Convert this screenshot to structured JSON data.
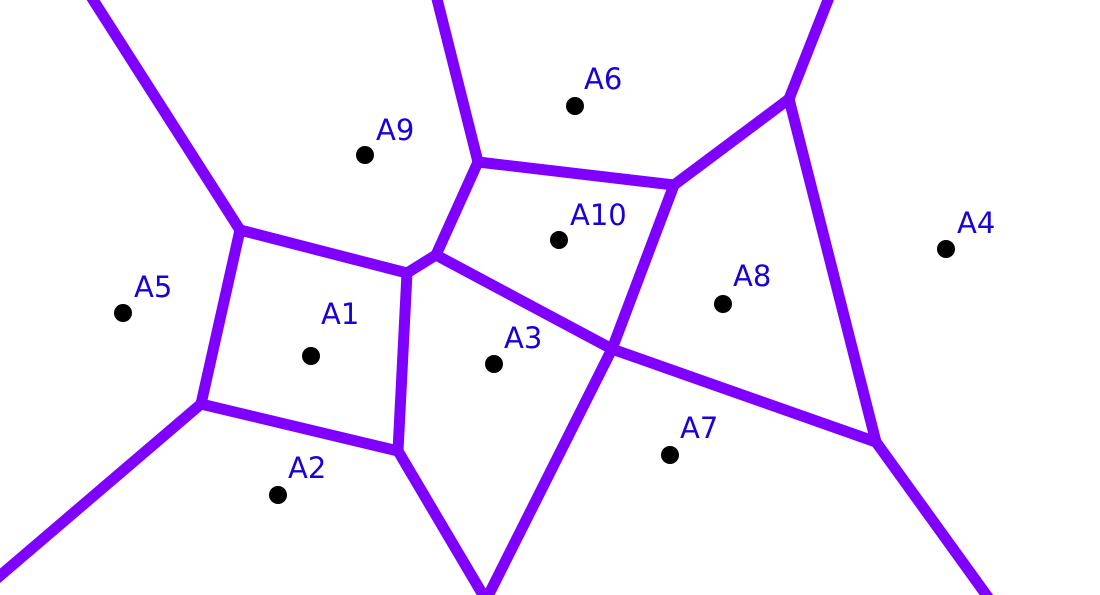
{
  "colors": {
    "edge": "#7f00ff",
    "site_dot": "#000000",
    "site_label": "#1a00d9",
    "background": "#ffffff"
  },
  "sites": [
    {
      "id": "A1",
      "label": "A1"
    },
    {
      "id": "A2",
      "label": "A2"
    },
    {
      "id": "A3",
      "label": "A3"
    },
    {
      "id": "A4",
      "label": "A4"
    },
    {
      "id": "A5",
      "label": "A5"
    },
    {
      "id": "A6",
      "label": "A6"
    },
    {
      "id": "A7",
      "label": "A7"
    },
    {
      "id": "A8",
      "label": "A8"
    },
    {
      "id": "A9",
      "label": "A9"
    },
    {
      "id": "A10",
      "label": "A10"
    }
  ]
}
